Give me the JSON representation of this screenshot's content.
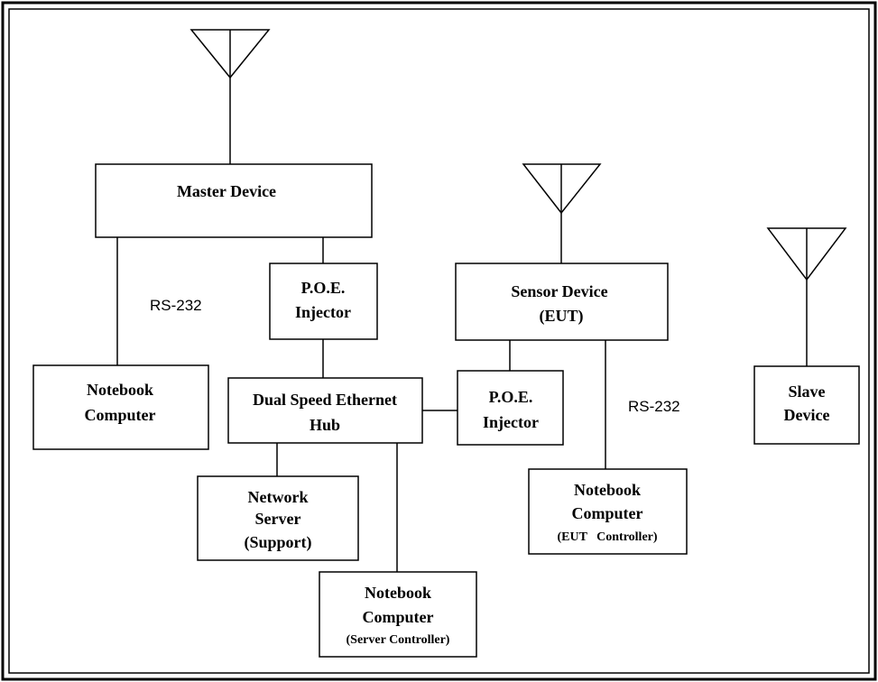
{
  "diagram": {
    "master_device": {
      "line1": "Master Device"
    },
    "poe_injector_master": {
      "line1": "P.O.E.",
      "line2": "Injector"
    },
    "sensor_device": {
      "line1": "Sensor Device",
      "line2": "(EUT)"
    },
    "notebook_left": {
      "line1": "Notebook",
      "line2": "Computer"
    },
    "ethernet_hub": {
      "line1": "Dual Speed Ethernet",
      "line2": "Hub"
    },
    "poe_injector_sensor": {
      "line1": "P.O.E.",
      "line2": "Injector"
    },
    "slave_device": {
      "line1": "Slave",
      "line2": "Device"
    },
    "network_server": {
      "line1": "Network",
      "line2": "Server",
      "line3": "(Support)"
    },
    "notebook_eut": {
      "line1": "Notebook",
      "line2": "Computer",
      "line3": "(EUT   Controller)"
    },
    "notebook_server": {
      "line1": "Notebook",
      "line2": "Computer",
      "line3": "(Server Controller)"
    },
    "rs232_left": "RS-232",
    "rs232_right": "RS-232"
  }
}
